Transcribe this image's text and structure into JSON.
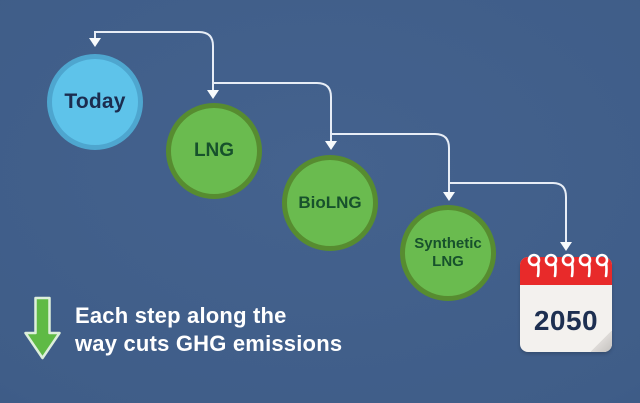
{
  "title": "LNG decarbonisation pathway infographic",
  "colors": {
    "background": "#3f5d88",
    "connector_line": "#e7edf6",
    "arrowhead": "#f7fafc",
    "node_blue_fill": "#5ec3ea",
    "node_blue_border": "#4ea6cf",
    "node_green_fill": "#6abb4f",
    "node_green_border": "#578c30",
    "node_text_navy": "#1b2c4f",
    "node_text_green": "#17512c",
    "calendar_red": "#e82a2a",
    "calendar_body": "#f3f1ee",
    "calendar_text": "#1d2f51",
    "caption_arrow_green": "#5fba45",
    "caption_text": "#ffffff"
  },
  "timeline": {
    "nodes": [
      {
        "label": "Today"
      },
      {
        "label": "LNG"
      },
      {
        "label": "BioLNG"
      },
      {
        "label": "Synthetic LNG"
      }
    ],
    "end": {
      "year": "2050",
      "icon": "calendar-icon"
    }
  },
  "caption": {
    "icon": "down-arrow-icon",
    "line1": "Each step along the",
    "line2": "way cuts GHG emissions"
  }
}
